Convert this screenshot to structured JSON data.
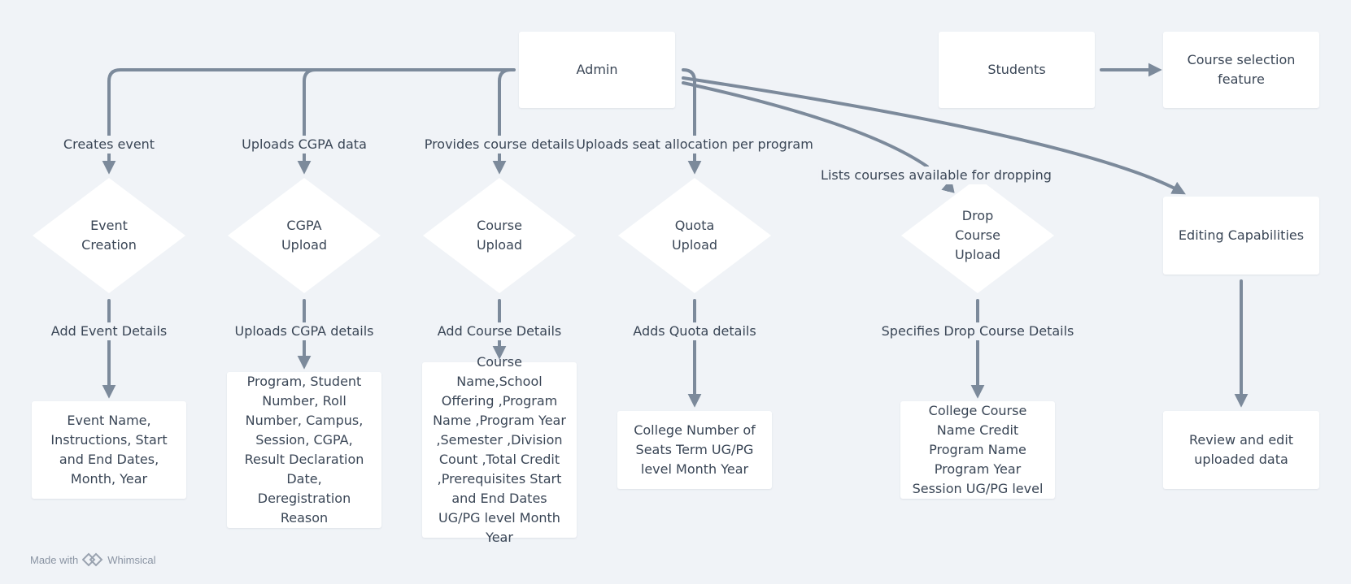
{
  "nodes": {
    "admin": "Admin",
    "students": "Students",
    "course_selection": "Course selection feature",
    "editing": "Editing Capabilities",
    "review_edit": "Review and edit uploaded data",
    "event_creation": "Event\nCreation",
    "cgpa_upload": "CGPA\nUpload",
    "course_upload": "Course\nUpload",
    "quota_upload": "Quota\nUpload",
    "drop_course_upload": "Drop\nCourse\nUpload",
    "event_fields": "Event Name, Instructions, Start and End Dates, Month, Year",
    "cgpa_fields": "Program, Student Number, Roll Number, Campus, Session, CGPA, Result Declaration Date, Deregistration Reason",
    "course_fields": "Course Name,School Offering ,Program Name ,Program Year ,Semester ,Division Count ,Total Credit ,Prerequisites Start and End Dates UG/PG level Month Year",
    "quota_fields": "College Number of Seats Term UG/PG level Month Year",
    "drop_fields": "College Course Name Credit Program Name Program Year Session UG/PG level"
  },
  "edges": {
    "creates_event": "Creates event",
    "uploads_cgpa_data": "Uploads CGPA data",
    "provides_course_details": "Provides course details",
    "uploads_seat_allocation": "Uploads seat allocation per program",
    "lists_courses_dropping": "Lists courses available for dropping",
    "add_event_details": "Add Event Details",
    "uploads_cgpa_details": "Uploads CGPA details",
    "add_course_details": "Add Course Details",
    "adds_quota_details": "Adds Quota details",
    "specifies_drop_details": "Specifies Drop Course Details"
  },
  "watermark": {
    "made_with": "Made with",
    "brand": "Whimsical"
  },
  "colors": {
    "background": "#f0f3f7",
    "node_fill": "#ffffff",
    "connector": "#7c8a9b",
    "text": "#3a4656"
  }
}
